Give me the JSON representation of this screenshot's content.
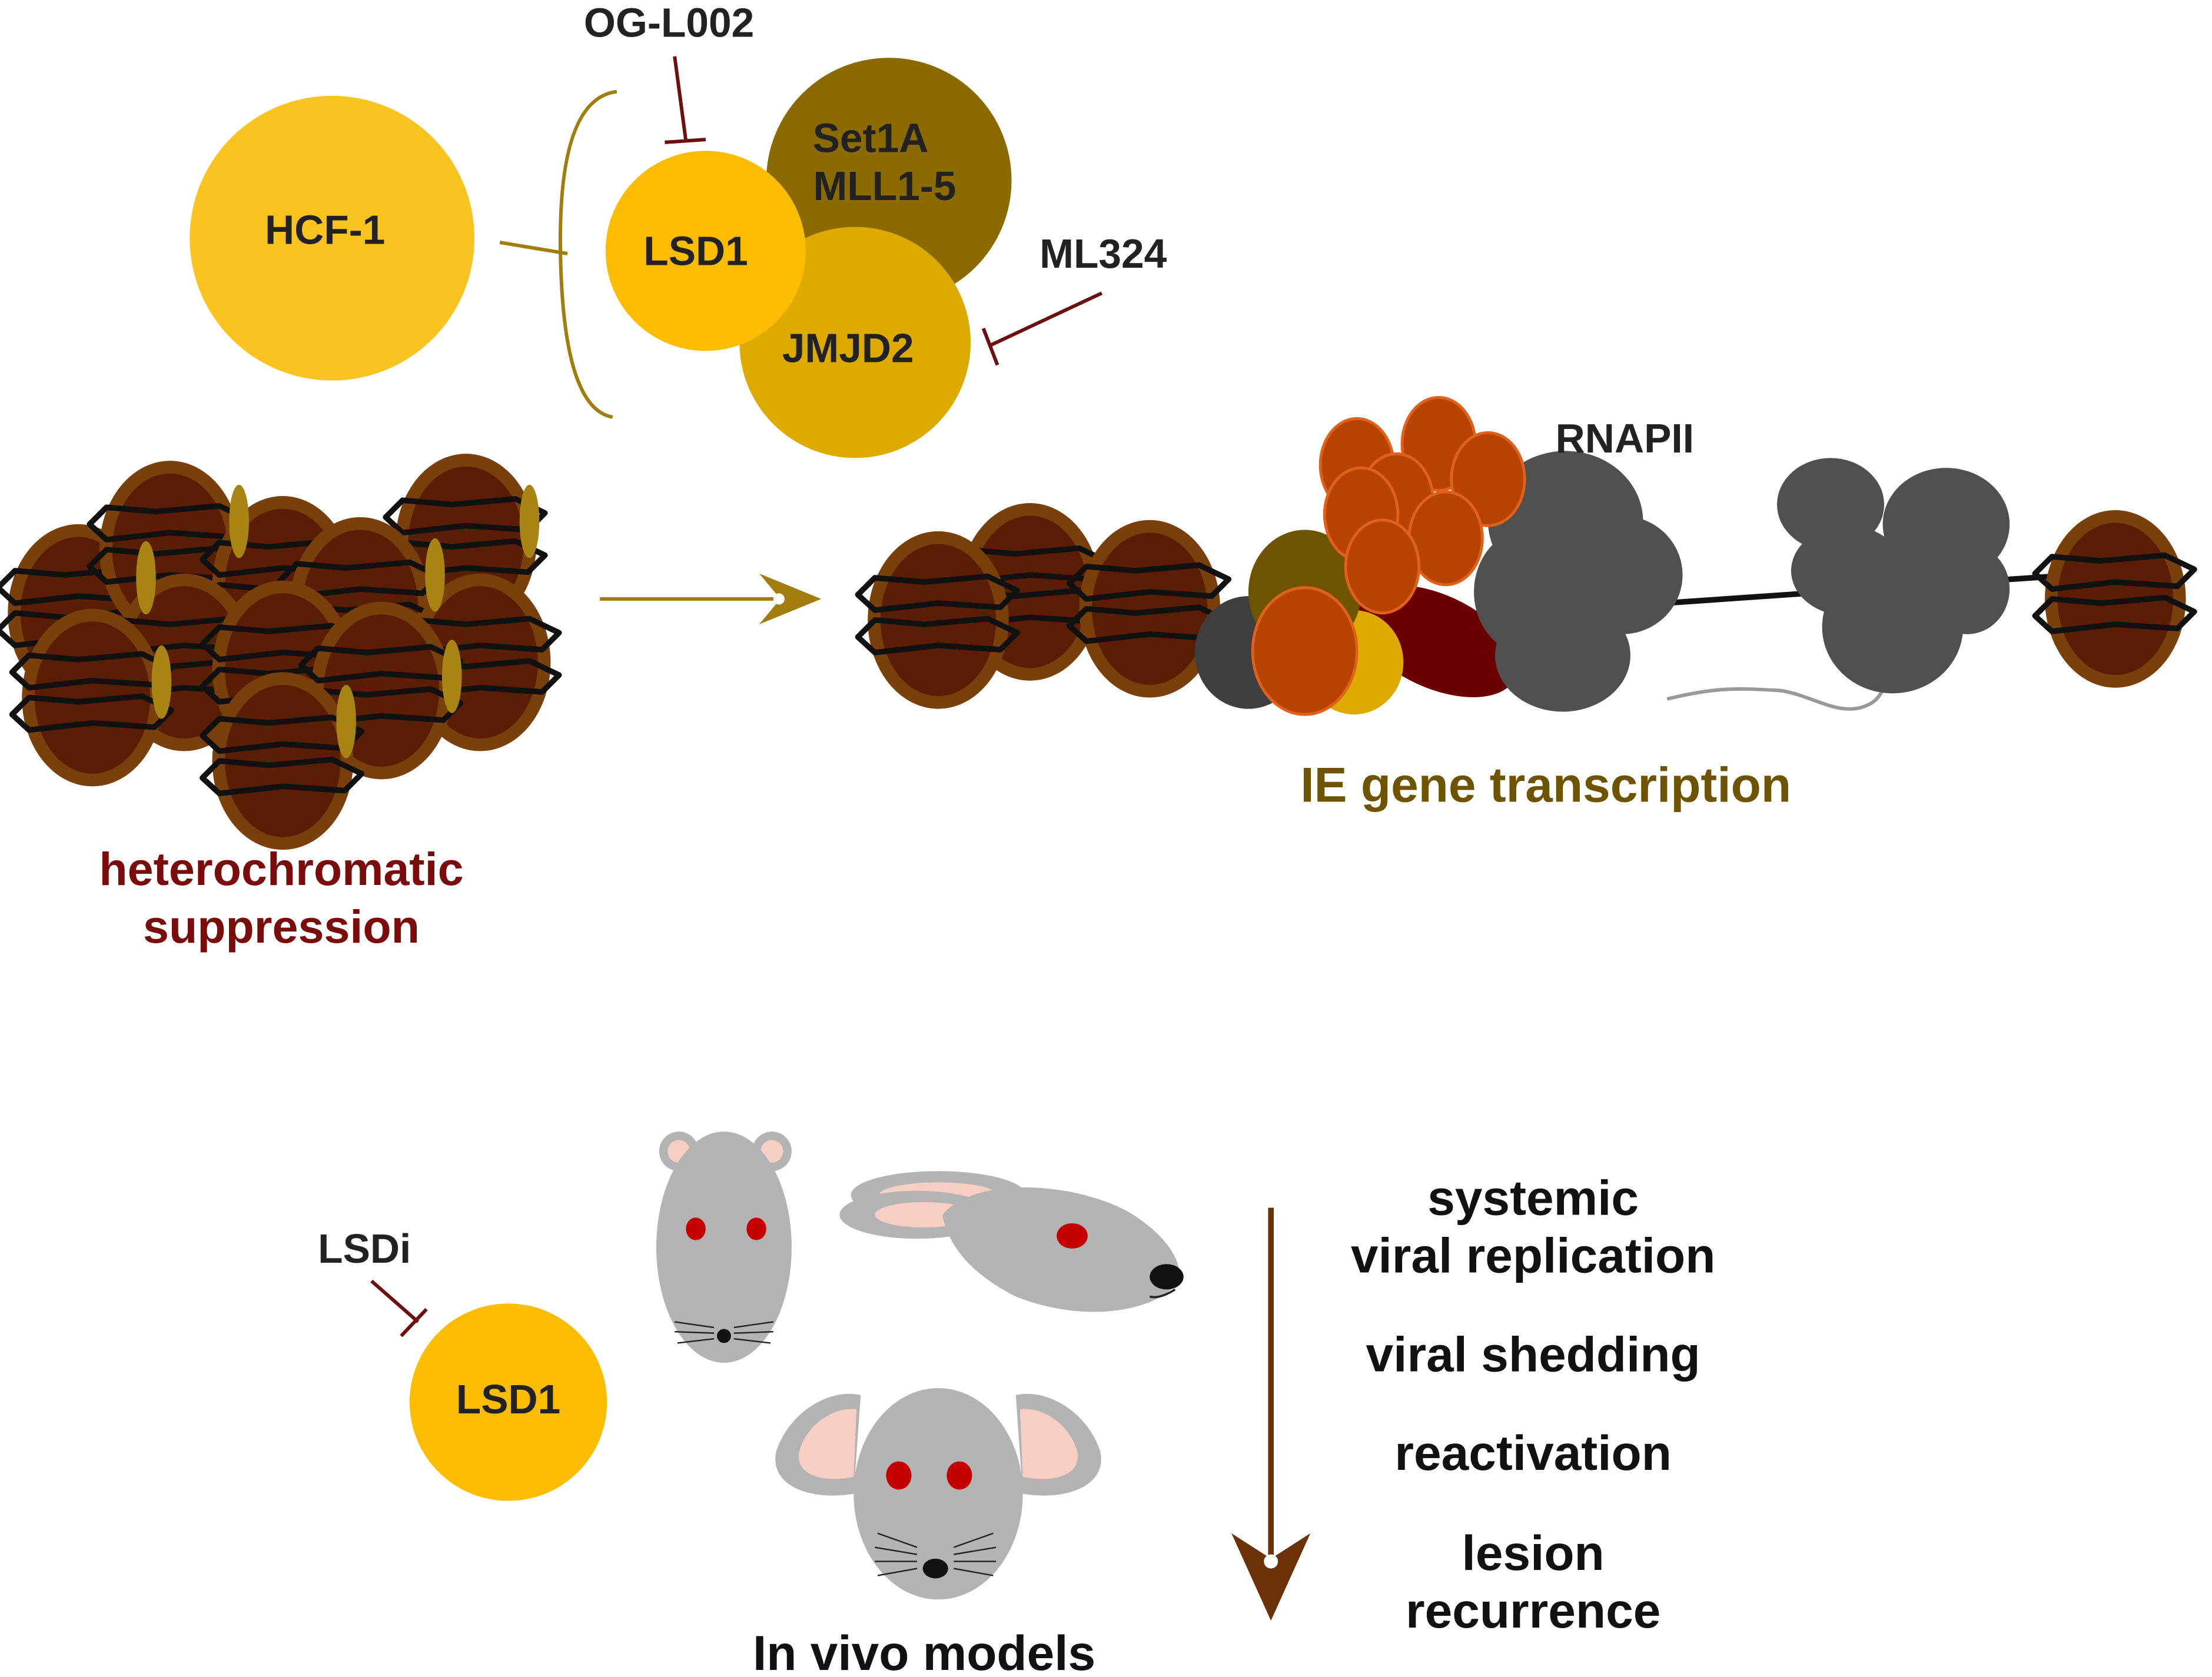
{
  "complex": {
    "hcf1": "HCF-1",
    "lsd1": "LSD1",
    "set1a_line1": "Set1A",
    "set1a_line2": "MLL1-5",
    "jmjd2": "JMJD2",
    "inhibitor_top": "OG-L002",
    "inhibitor_right": "ML324"
  },
  "chromatin": {
    "left_line1": "heterochromatic",
    "left_line2": "suppression",
    "rnapii": "RNAPII",
    "ie": "IE gene transcription"
  },
  "in_vivo": {
    "lsdi": "LSDi",
    "lsd1": "LSD1",
    "caption": "In vivo models",
    "outcomes": [
      "systemic",
      "viral replication",
      "viral shedding",
      "reactivation",
      "lesion",
      "recurrence"
    ]
  },
  "colors": {
    "nucleosome_outer": "#7a400b",
    "nucleosome_inner": "#5a1e05",
    "hcf1": "#fbc320",
    "lsd1": "#fcbd00",
    "set1a": "#8b6a00",
    "jmjd2": "#dfaa00",
    "olive": "#7a6400",
    "dark_red": "#7a0c0c",
    "rnapii": "#505050",
    "orange": "#b84300",
    "arrow_brown": "#6b3208",
    "animal_grey": "#b3b3b3",
    "eye_red": "#c40000"
  }
}
